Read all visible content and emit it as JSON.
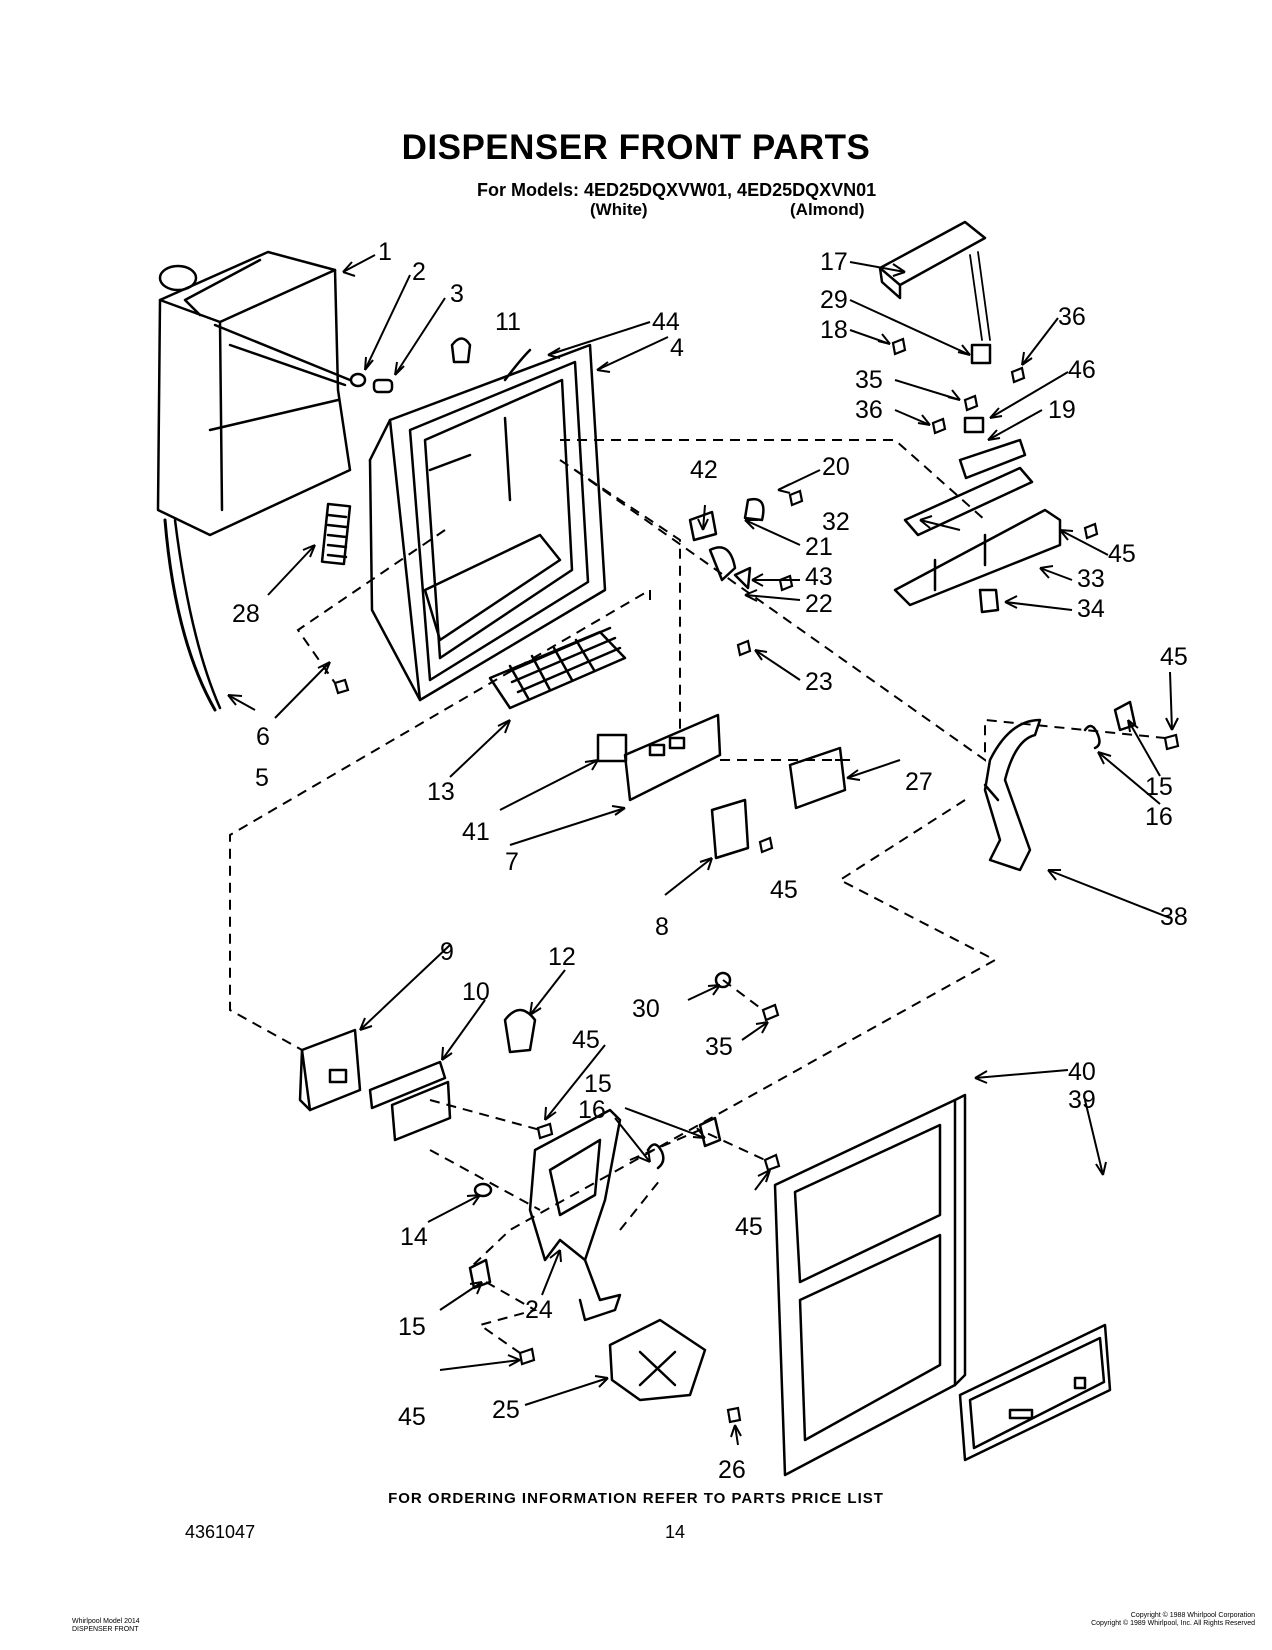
{
  "title": "DISPENSER FRONT PARTS",
  "models_line": "For Models: 4ED25DQXVW01, 4ED25DQXVN01",
  "color_white": "(White)",
  "color_almond": "(Almond)",
  "footer": "FOR ORDERING INFORMATION REFER TO PARTS PRICE LIST",
  "document_number": "4361047",
  "page_number": "14",
  "fine_print_left": [
    "Whirlpool Model 2014",
    "DISPENSER FRONT"
  ],
  "fine_print_right": [
    "Copyright © 1988 Whirlpool Corporation",
    "Copyright © 1989 Whirlpool, Inc. All Rights Reserved"
  ],
  "part_labels": [
    "1",
    "2",
    "3",
    "4",
    "5",
    "6",
    "7",
    "8",
    "9",
    "10",
    "11",
    "12",
    "13",
    "14",
    "15",
    "15",
    "15",
    "16",
    "16",
    "17",
    "18",
    "19",
    "20",
    "21",
    "22",
    "23",
    "24",
    "25",
    "26",
    "27",
    "28",
    "29",
    "30",
    "32",
    "33",
    "34",
    "35",
    "35",
    "36",
    "36",
    "38",
    "39",
    "40",
    "41",
    "42",
    "43",
    "44",
    "45",
    "45",
    "45",
    "45",
    "45",
    "45",
    "46"
  ]
}
